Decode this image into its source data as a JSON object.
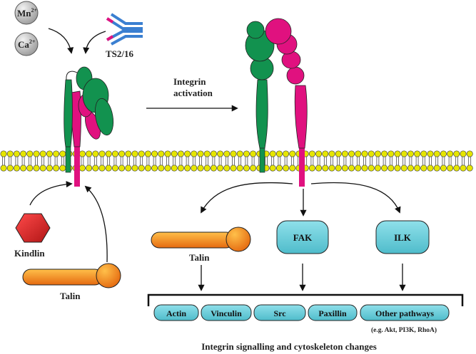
{
  "ions": {
    "mn": {
      "symbol": "Mn",
      "charge": "2+"
    },
    "ca": {
      "symbol": "Ca",
      "charge": "2+"
    }
  },
  "antibody_label": "TS2/16",
  "activation_label_line1": "Integrin",
  "activation_label_line2": "activation",
  "kindlin_label": "Kindlin",
  "talin_label_left": "Talin",
  "talin_label_right": "Talin",
  "fak_label": "FAK",
  "ilk_label": "ILK",
  "pathway_boxes": [
    "Actin",
    "Vinculin",
    "Src",
    "Paxillin",
    "Other pathways"
  ],
  "pathway_note": "(e.g. Akt,  PI3K, RhoA)",
  "footer_caption": "Integrin signalling and cytoskeleton changes",
  "colors": {
    "alpha_subunit": "#12924f",
    "beta_subunit": "#e0117f",
    "lipid_head": "#e6e600",
    "kindlin": "#d92b2b",
    "talin": "#f28c1a",
    "signal_box": "#6fcfdc",
    "ion": "#c4c4c4"
  }
}
